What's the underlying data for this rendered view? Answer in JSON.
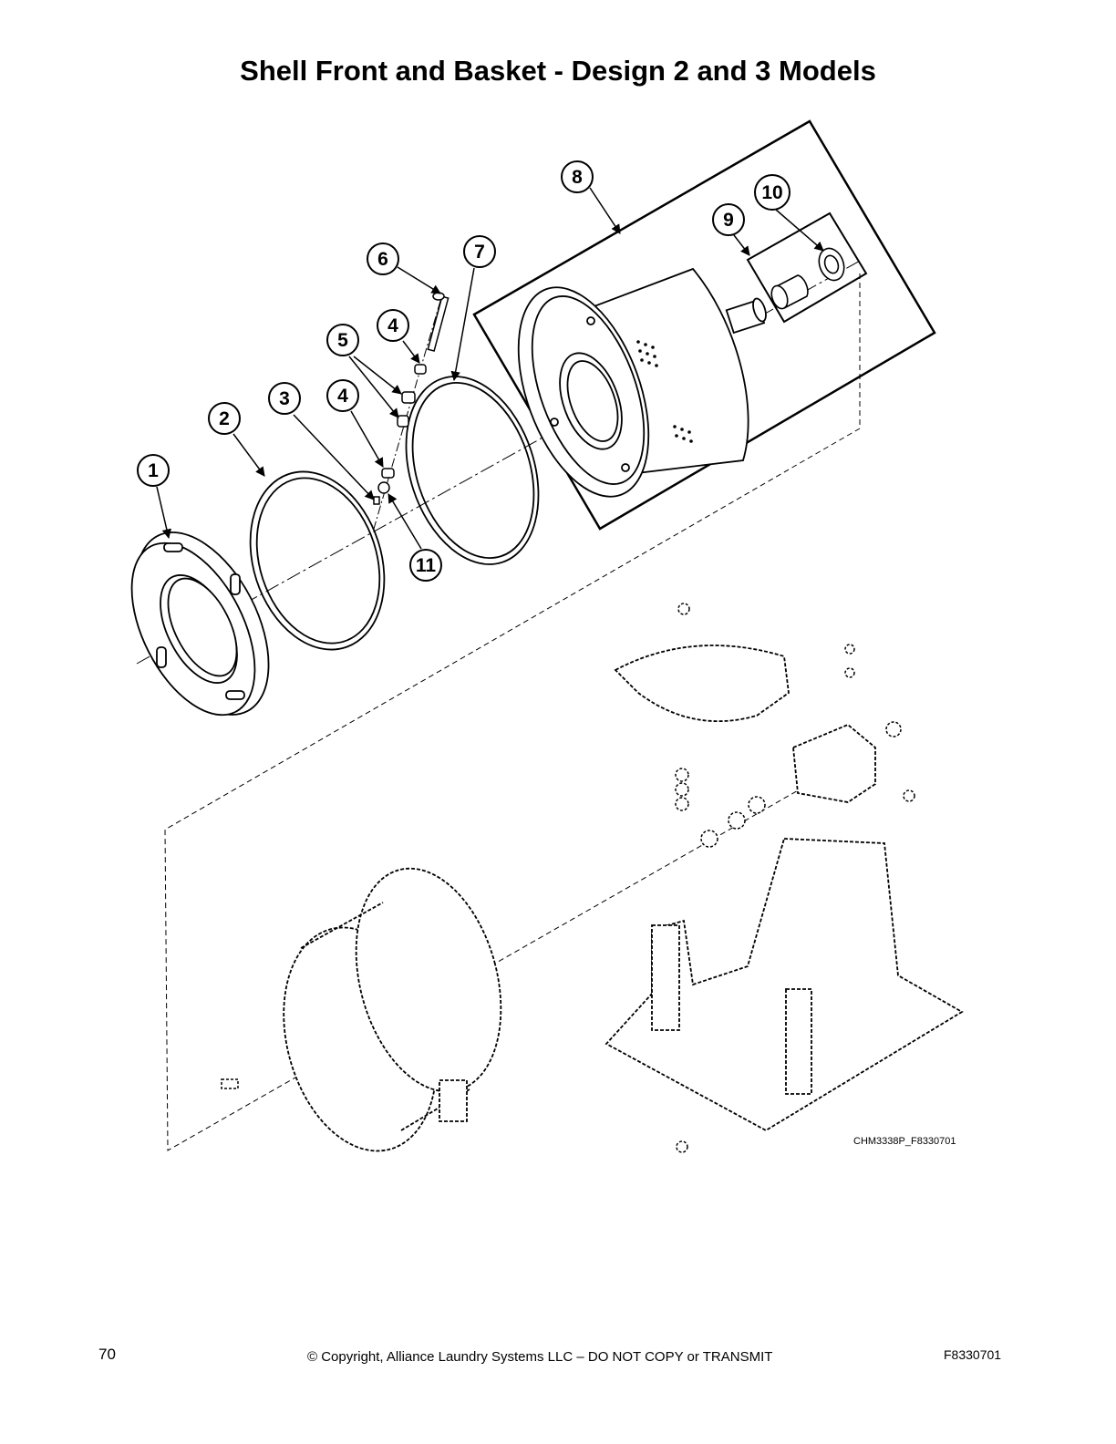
{
  "page": {
    "title": "Shell Front and Basket - Design 2 and 3 Models",
    "drawing_id": "CHM3338P_F8330701",
    "footer": {
      "page_number": "70",
      "copyright": "© Copyright, Alliance Laundry Systems LLC – DO NOT COPY or TRANSMIT",
      "doc_code": "F8330701"
    }
  },
  "callouts": [
    "1",
    "2",
    "3",
    "4",
    "4",
    "5",
    "6",
    "7",
    "8",
    "9",
    "10",
    "11"
  ]
}
